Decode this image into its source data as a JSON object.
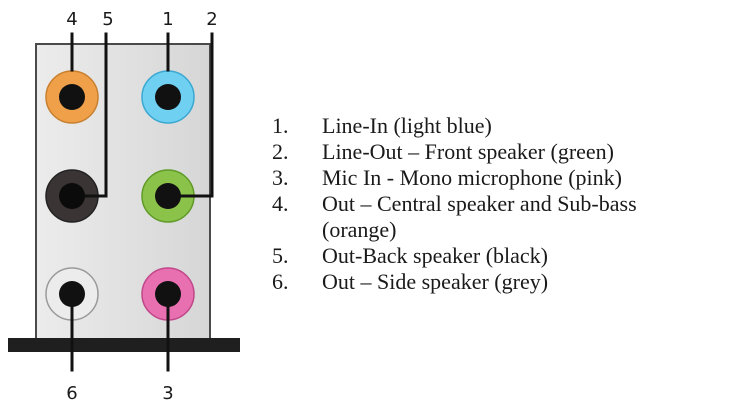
{
  "panel_labels": {
    "top": [
      "4",
      "5",
      "1",
      "2"
    ],
    "bottom": [
      "6",
      "3"
    ]
  },
  "jacks": [
    {
      "id": "1",
      "color": "#6fd0f2"
    },
    {
      "id": "2",
      "color": "#8bc34a"
    },
    {
      "id": "3",
      "color": "#e870b0"
    },
    {
      "id": "4",
      "color": "#f0a048"
    },
    {
      "id": "5",
      "color": "#3a3434"
    },
    {
      "id": "6",
      "color": "#e8e8e8"
    }
  ],
  "legend": [
    {
      "num": "1.",
      "text": "Line-In (light blue)"
    },
    {
      "num": "2.",
      "text": "Line-Out – Front speaker (green)"
    },
    {
      "num": "3.",
      "text": "Mic In - Mono microphone (pink)"
    },
    {
      "num": "4.",
      "text": "Out – Central speaker and Sub-bass"
    },
    {
      "num": "",
      "text": "(orange)"
    },
    {
      "num": "5.",
      "text": "Out-Back speaker (black)"
    },
    {
      "num": "6.",
      "text": "Out – Side speaker (grey)"
    }
  ]
}
